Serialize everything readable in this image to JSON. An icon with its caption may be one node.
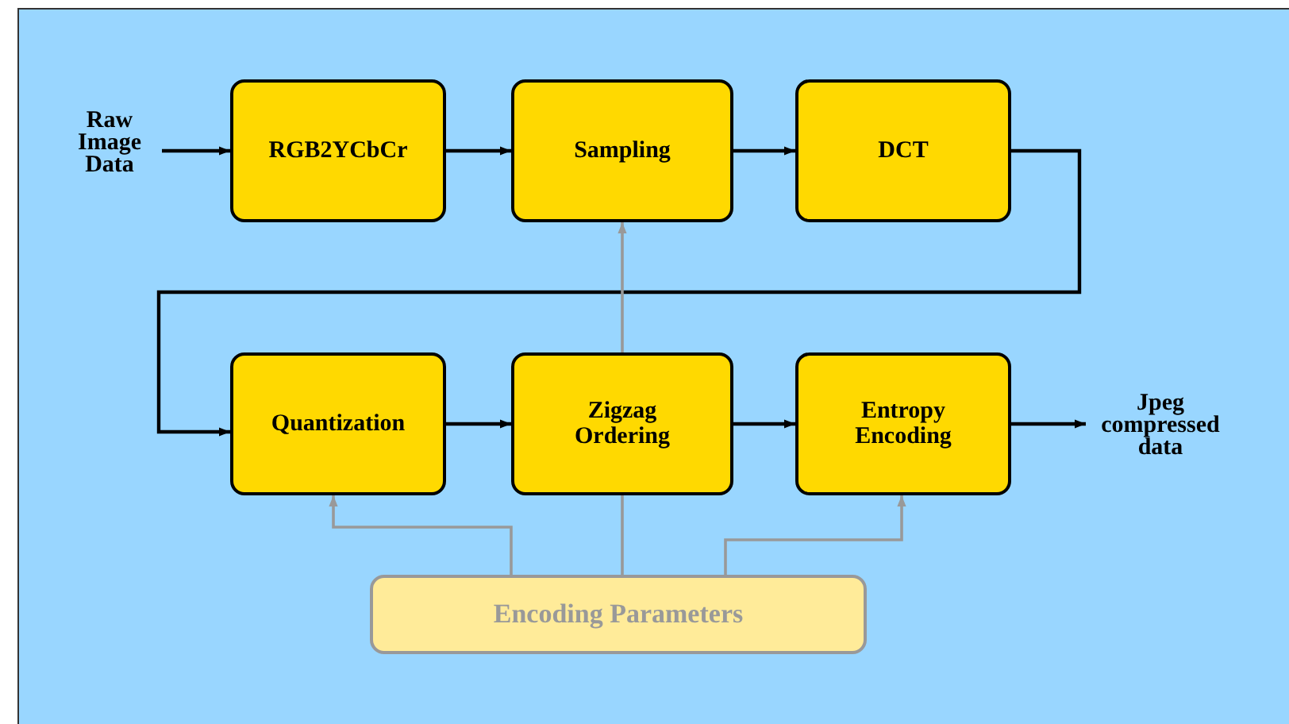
{
  "diagram": {
    "nodes": [
      {
        "text": [
          "Raw Image Data"
        ]
      },
      {
        "text": [
          "RGB2YCbCr"
        ]
      },
      {
        "text": [
          "Sampling"
        ]
      },
      {
        "text": [
          "DCT"
        ]
      },
      {
        "text": [
          "Quantization"
        ]
      },
      {
        "text": [
          "Zigzag Ordering"
        ]
      },
      {
        "text": [
          "Entropy Encoding"
        ]
      },
      {
        "text": [
          "Jpeg compressed data"
        ]
      },
      {
        "text": [
          "Encoding Parameters"
        ]
      }
    ],
    "edges": [
      {
        "from": 0,
        "to": 1,
        "arrow": "to"
      },
      {
        "from": 1,
        "to": 2,
        "arrow": "to"
      },
      {
        "from": 2,
        "to": 3,
        "arrow": "to"
      },
      {
        "from": 3,
        "to": 4,
        "arrow": "to"
      },
      {
        "from": 4,
        "to": 5,
        "arrow": "to"
      },
      {
        "from": 5,
        "to": 6,
        "arrow": "to"
      },
      {
        "from": 6,
        "to": 7,
        "arrow": "to"
      },
      {
        "from": 8,
        "to": 4,
        "arrow": "to",
        "color": "#999999"
      },
      {
        "from": 8,
        "to": 5,
        "arrow": "none",
        "color": "#999999"
      },
      {
        "from": 5,
        "to": 2,
        "arrow": "to",
        "color": "#999999"
      },
      {
        "from": 8,
        "to": 6,
        "arrow": "to",
        "color": "#999999"
      }
    ]
  }
}
